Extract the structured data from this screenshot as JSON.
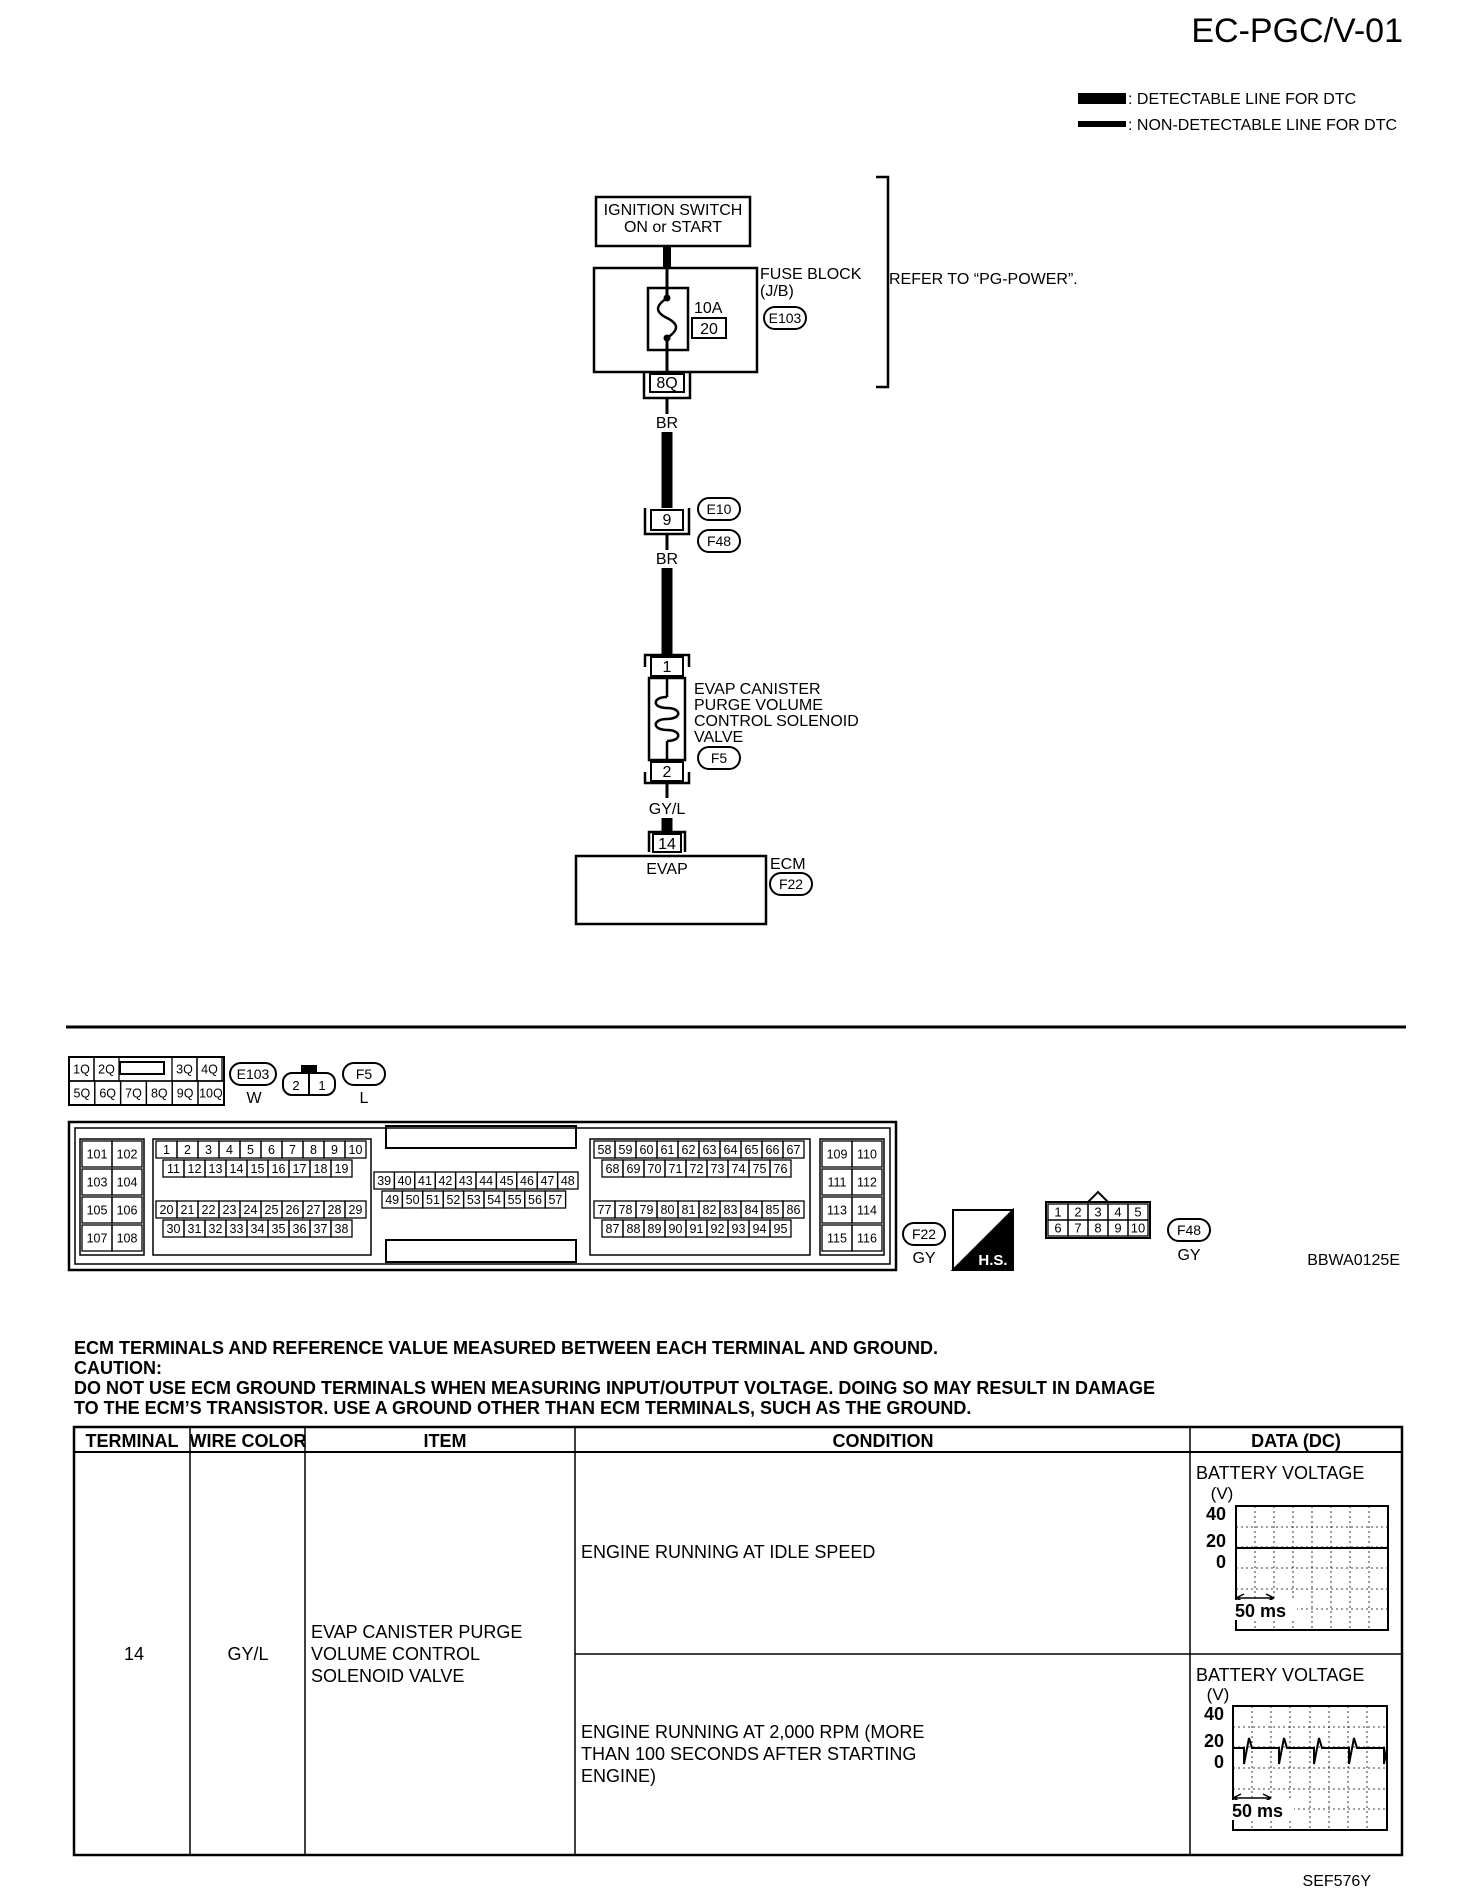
{
  "page_id": "EC-PGC/V-01",
  "legend": {
    "detectable": ": DETECTABLE LINE FOR DTC",
    "non_detectable": ": NON-DETECTABLE LINE FOR DTC"
  },
  "wiring": {
    "ignition_line1": "IGNITION SWITCH",
    "ignition_line2": "ON or START",
    "fuse_block_line1": "FUSE BLOCK",
    "fuse_block_line2": "(J/B)",
    "fuse_rating": "10A",
    "fuse_number": "20",
    "fuse_connector": "E103",
    "refer_to": "REFER TO “PG-POWER”.",
    "fuse_terminal": "8Q",
    "wire_color_1": "BR",
    "joint_terminal": "9",
    "joint_connector_1": "E10",
    "joint_connector_2": "F48",
    "wire_color_2": "BR",
    "valve_pin_1": "1",
    "valve_pin_2": "2",
    "valve_line1": "EVAP CANISTER",
    "valve_line2": "PURGE VOLUME",
    "valve_line3": "CONTROL SOLENOID",
    "valve_line4": "VALVE",
    "valve_connector": "F5",
    "wire_color_3": "GY/L",
    "ecm_pin": "14",
    "ecm_pin_label": "EVAP",
    "ecm_label": "ECM",
    "ecm_connector": "F22"
  },
  "connectors": {
    "e103_top": [
      "1Q",
      "2Q",
      "3Q",
      "4Q"
    ],
    "e103_bottom": [
      "5Q",
      "6Q",
      "7Q",
      "8Q",
      "9Q",
      "10Q"
    ],
    "e103_label": "E103",
    "e103_color": "W",
    "f5_pins": [
      "2",
      "1"
    ],
    "f5_label": "F5",
    "f5_color": "L",
    "ecm_left_pairs": [
      "101",
      "102",
      "103",
      "104",
      "105",
      "106",
      "107",
      "108"
    ],
    "ecm_row_a": [
      "1",
      "2",
      "3",
      "4",
      "5",
      "6",
      "7",
      "8",
      "9",
      "10"
    ],
    "ecm_row_b": [
      "11",
      "12",
      "13",
      "14",
      "15",
      "16",
      "17",
      "18",
      "19"
    ],
    "ecm_row_c": [
      "20",
      "21",
      "22",
      "23",
      "24",
      "25",
      "26",
      "27",
      "28",
      "29"
    ],
    "ecm_row_d": [
      "30",
      "31",
      "32",
      "33",
      "34",
      "35",
      "36",
      "37",
      "38"
    ],
    "ecm_row_e": [
      "39",
      "40",
      "41",
      "42",
      "43",
      "44",
      "45",
      "46",
      "47",
      "48"
    ],
    "ecm_row_f": [
      "49",
      "50",
      "51",
      "52",
      "53",
      "54",
      "55",
      "56",
      "57"
    ],
    "ecm_row_g": [
      "58",
      "59",
      "60",
      "61",
      "62",
      "63",
      "64",
      "65",
      "66",
      "67"
    ],
    "ecm_row_h": [
      "68",
      "69",
      "70",
      "71",
      "72",
      "73",
      "74",
      "75",
      "76"
    ],
    "ecm_row_i": [
      "77",
      "78",
      "79",
      "80",
      "81",
      "82",
      "83",
      "84",
      "85",
      "86"
    ],
    "ecm_row_j": [
      "87",
      "88",
      "89",
      "90",
      "91",
      "92",
      "93",
      "94",
      "95"
    ],
    "ecm_right_pairs": [
      "109",
      "110",
      "111",
      "112",
      "113",
      "114",
      "115",
      "116"
    ],
    "f22_label": "F22",
    "f22_color": "GY",
    "hs_label": "H.S.",
    "f48_top": [
      "1",
      "2",
      "3",
      "4",
      "5"
    ],
    "f48_bottom": [
      "6",
      "7",
      "8",
      "9",
      "10"
    ],
    "f48_label": "F48",
    "f48_color": "GY",
    "figure_code": "BBWA0125E"
  },
  "notes": {
    "line1": "ECM TERMINALS AND REFERENCE VALUE MEASURED BETWEEN EACH TERMINAL AND GROUND.",
    "line2": "CAUTION:",
    "line3": "DO NOT USE ECM GROUND TERMINALS WHEN MEASURING INPUT/OUTPUT VOLTAGE. DOING SO MAY RESULT IN DAMAGE",
    "line4": "TO THE ECM’S TRANSISTOR. USE A GROUND OTHER THAN ECM TERMINALS, SUCH AS THE GROUND."
  },
  "table": {
    "headers": [
      "TERMINAL",
      "WIRE COLOR",
      "ITEM",
      "CONDITION",
      "DATA (DC)"
    ],
    "terminal": "14",
    "wire_color": "GY/L",
    "item": [
      "EVAP CANISTER PURGE",
      "VOLUME CONTROL",
      "SOLENOID VALVE"
    ],
    "rows": [
      {
        "condition": [
          "ENGINE RUNNING AT IDLE SPEED"
        ],
        "data": "BATTERY VOLTAGE",
        "scope": {
          "unit": "(V)",
          "ticks": [
            "40",
            "20",
            "0"
          ],
          "time": "50 ms"
        }
      },
      {
        "condition": [
          "ENGINE RUNNING AT 2,000 RPM (MORE",
          "THAN 100 SECONDS AFTER STARTING",
          "ENGINE)"
        ],
        "data": "BATTERY VOLTAGE",
        "scope": {
          "unit": "(V)",
          "ticks": [
            "40",
            "20",
            "0"
          ],
          "time": "50 ms"
        }
      }
    ],
    "figure_code": "SEF576Y"
  }
}
